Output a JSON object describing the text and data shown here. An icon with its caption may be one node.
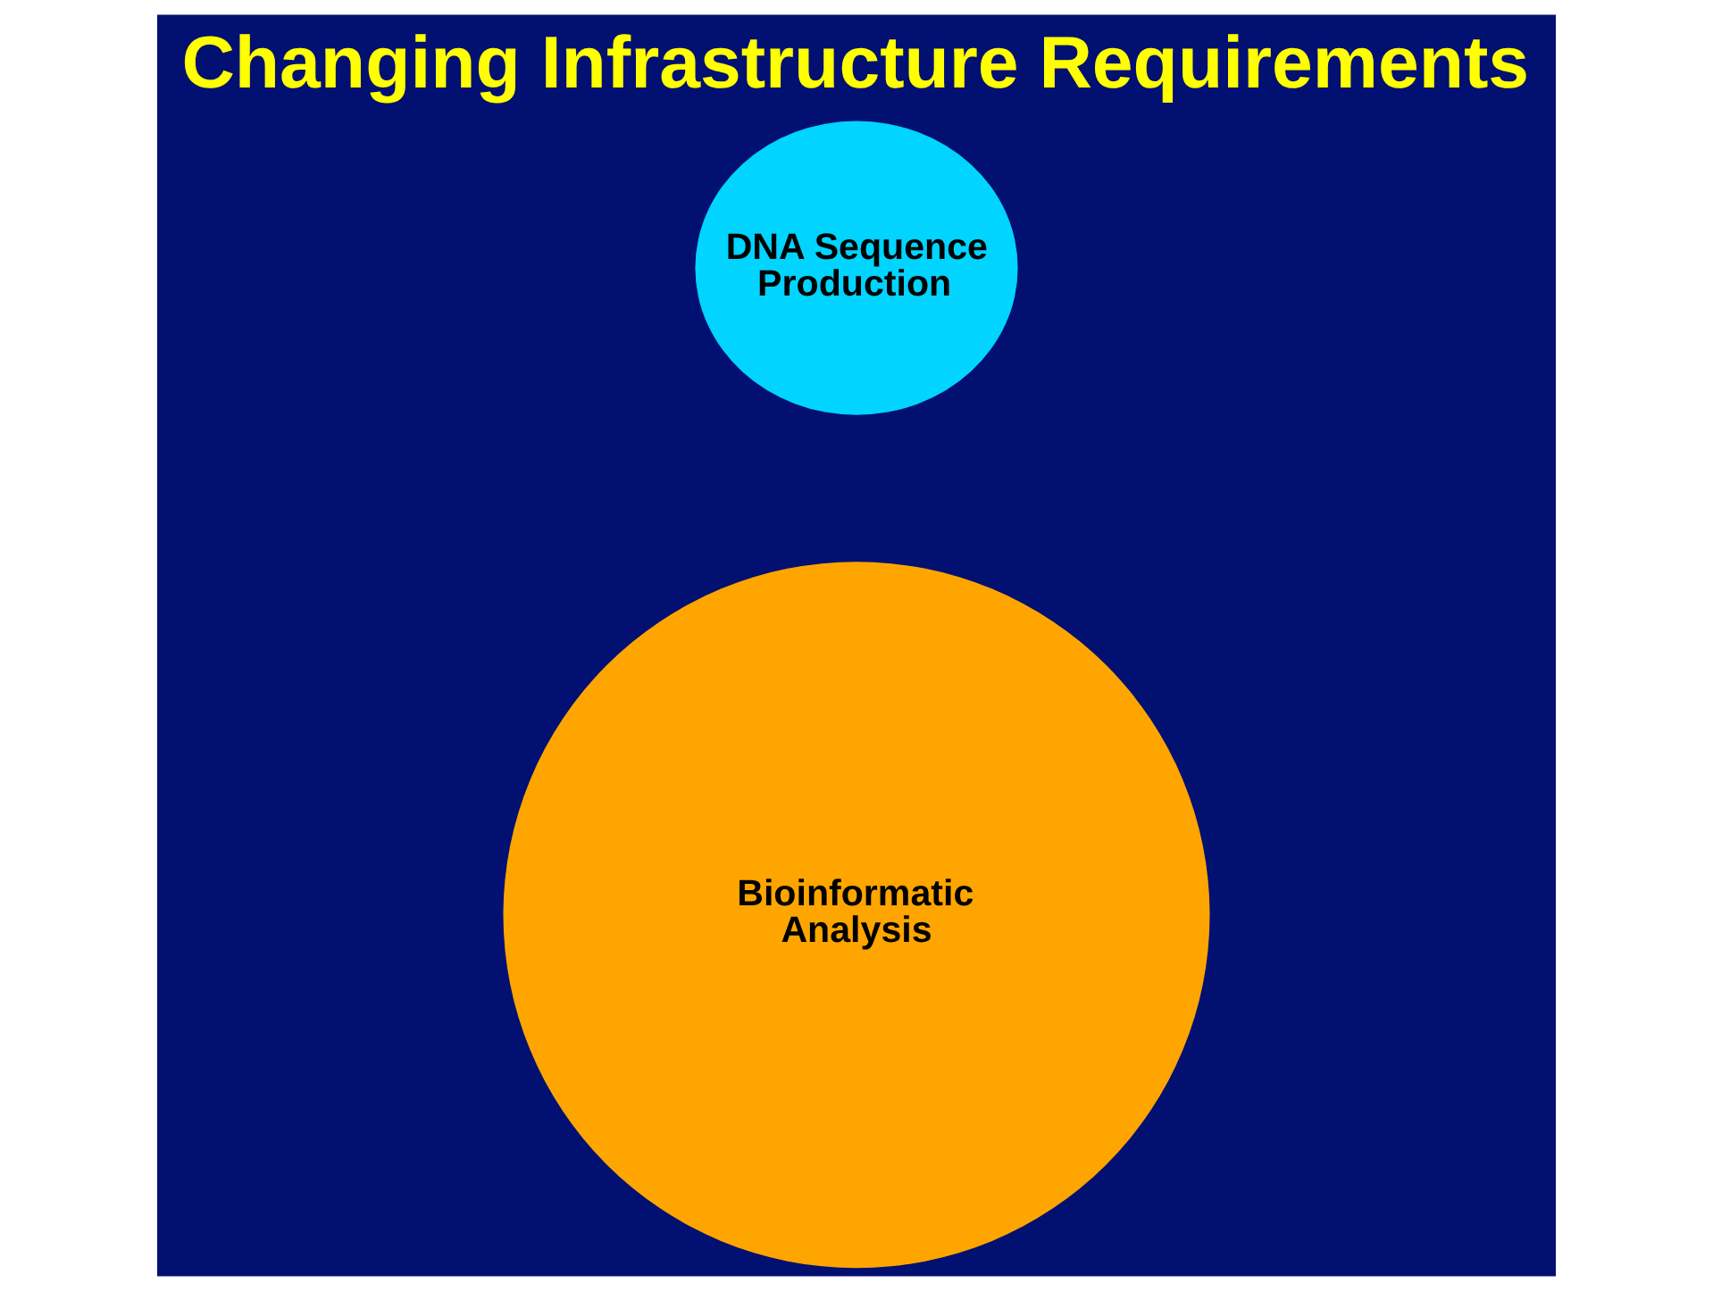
{
  "diagram": {
    "title": "Changing Infrastructure Requirements",
    "nodes": [
      {
        "text": [
          "DNA Sequence Production"
        ]
      },
      {
        "text": [
          "Bioinformatic Analysis"
        ]
      }
    ]
  }
}
